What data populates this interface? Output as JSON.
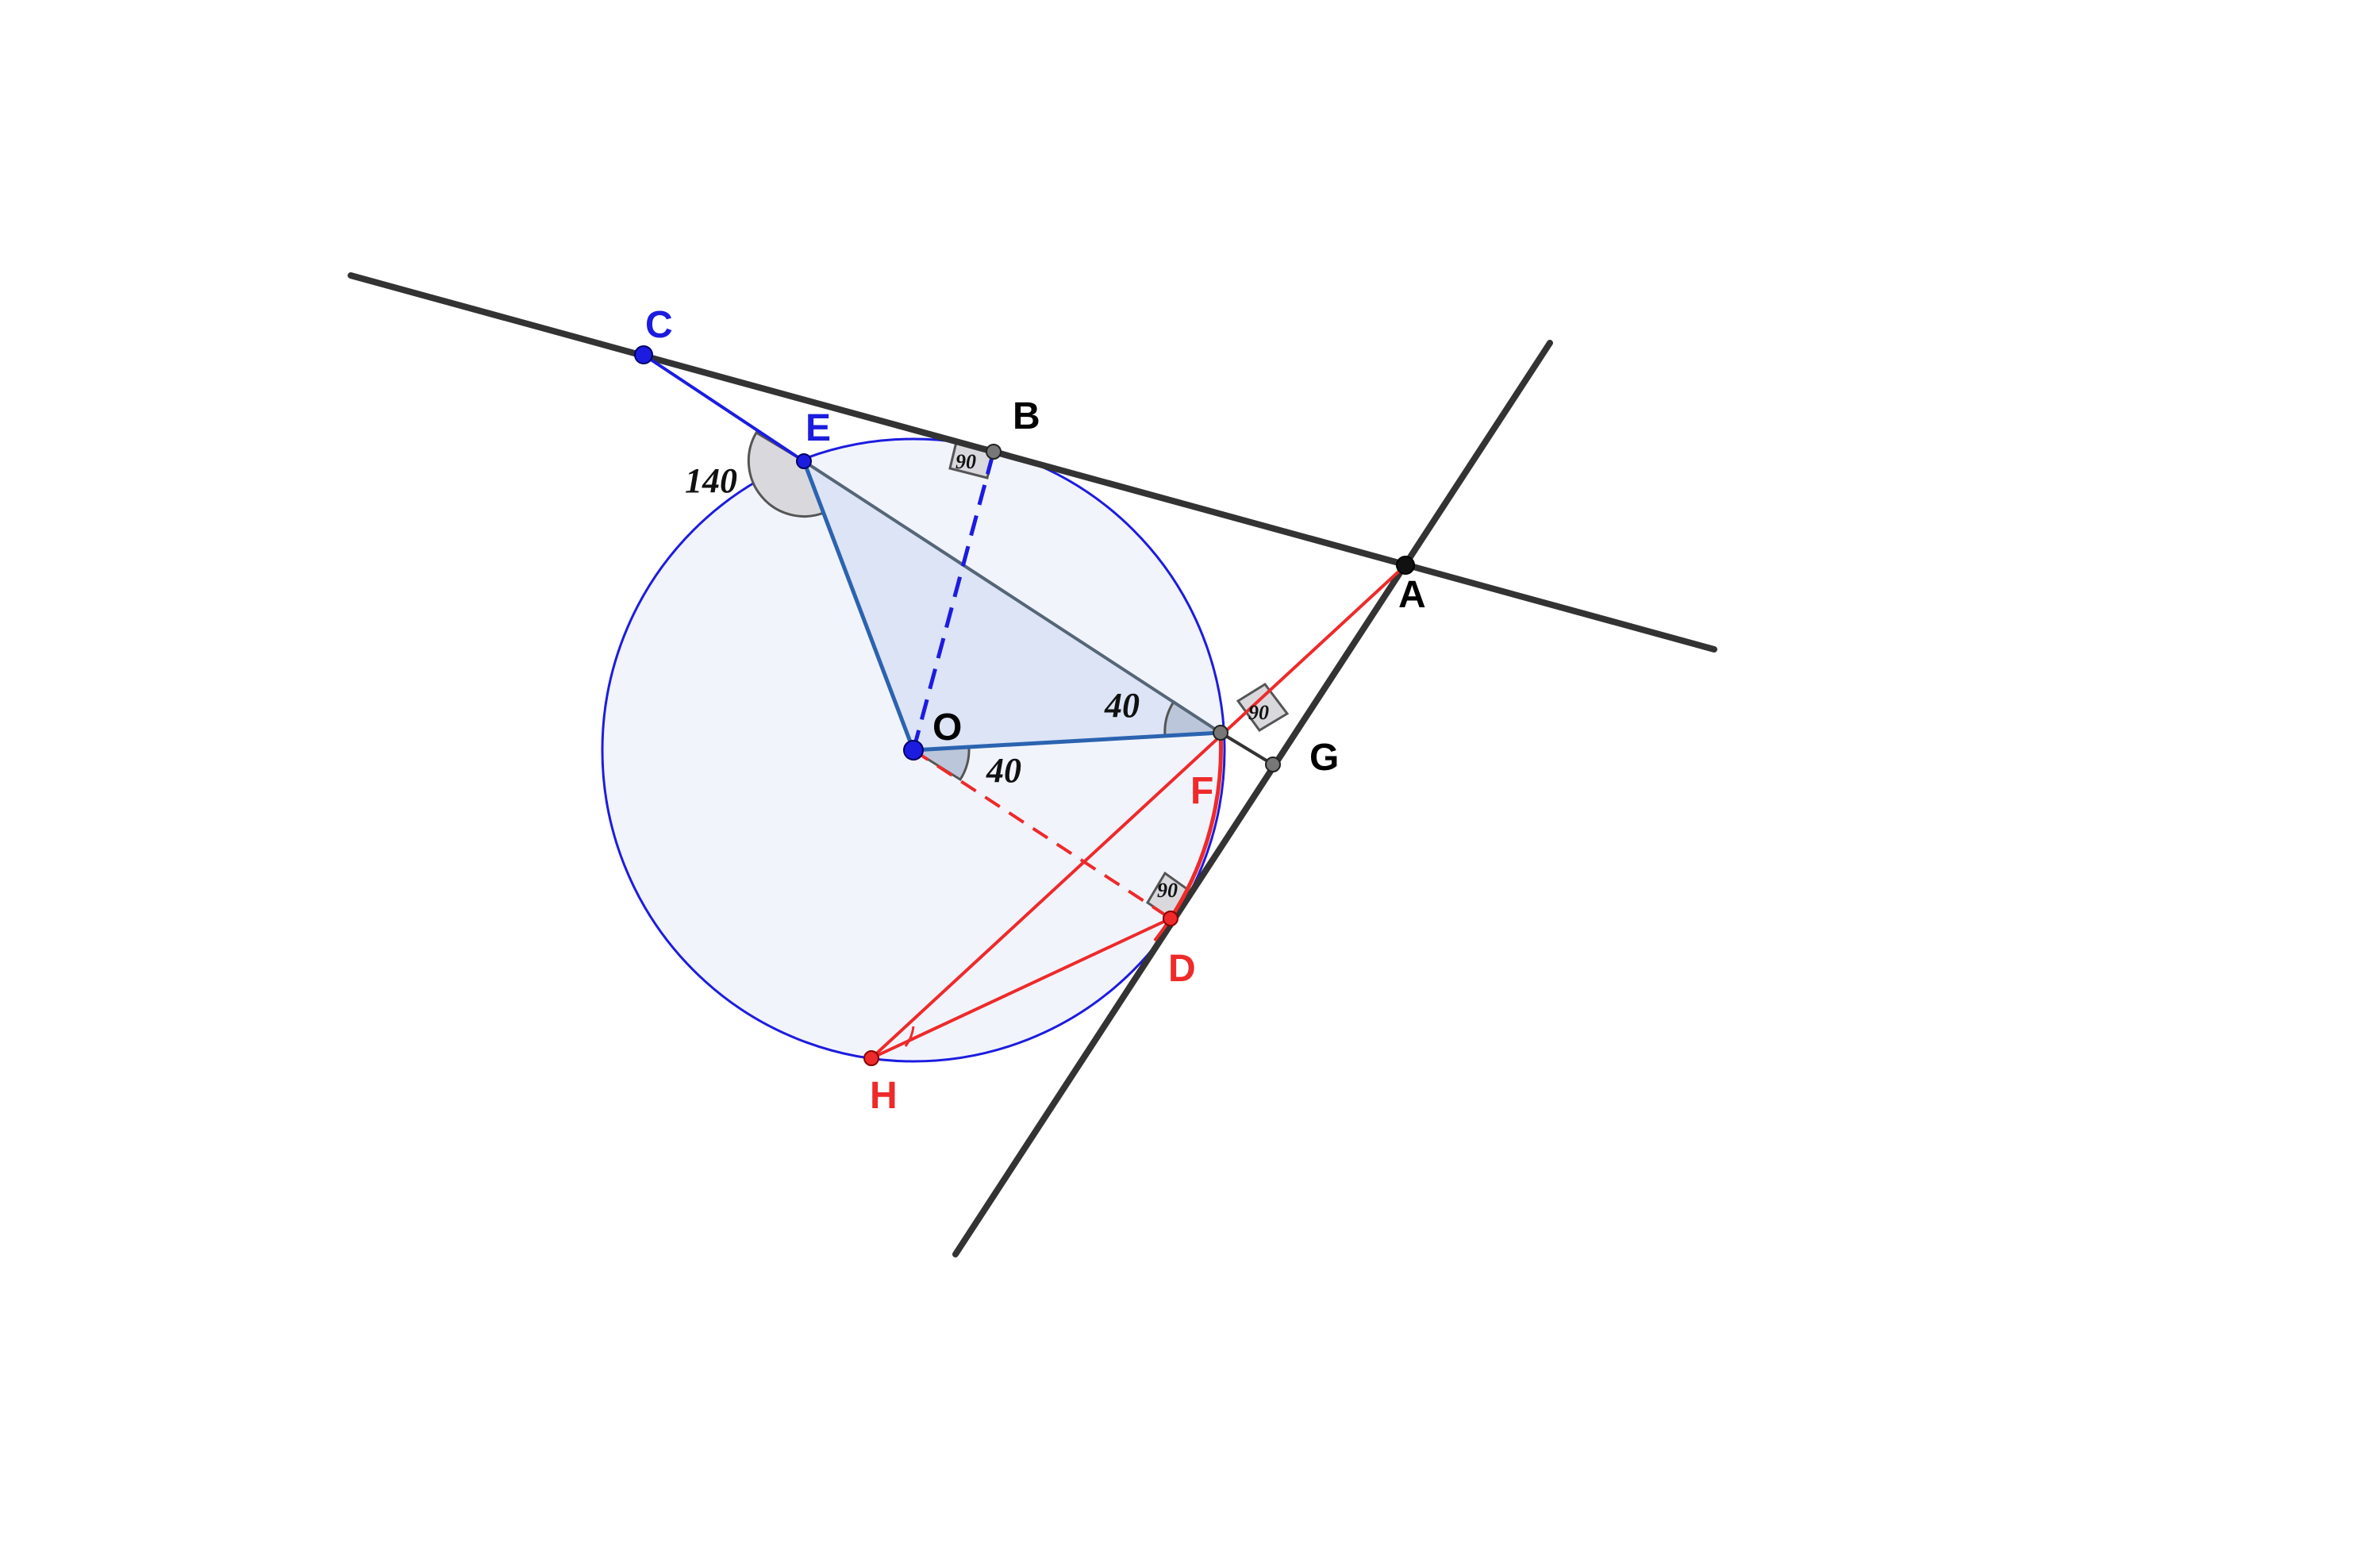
{
  "colors": {
    "black": "#333333",
    "blue": "#1c1ce0",
    "steel": "#2b63b0",
    "red": "#ee2a2a",
    "fill": "#eef0fb",
    "tri": "#d8e1f5"
  },
  "points": {
    "A": "A",
    "B": "B",
    "C": "C",
    "D": "D",
    "E": "E",
    "F": "F",
    "G": "G",
    "H": "H",
    "O": "O"
  },
  "angles": {
    "angle_E": "140",
    "angle_F": "40",
    "angle_O": "40",
    "right_B": "90",
    "right_G": "90",
    "right_D": "90"
  }
}
